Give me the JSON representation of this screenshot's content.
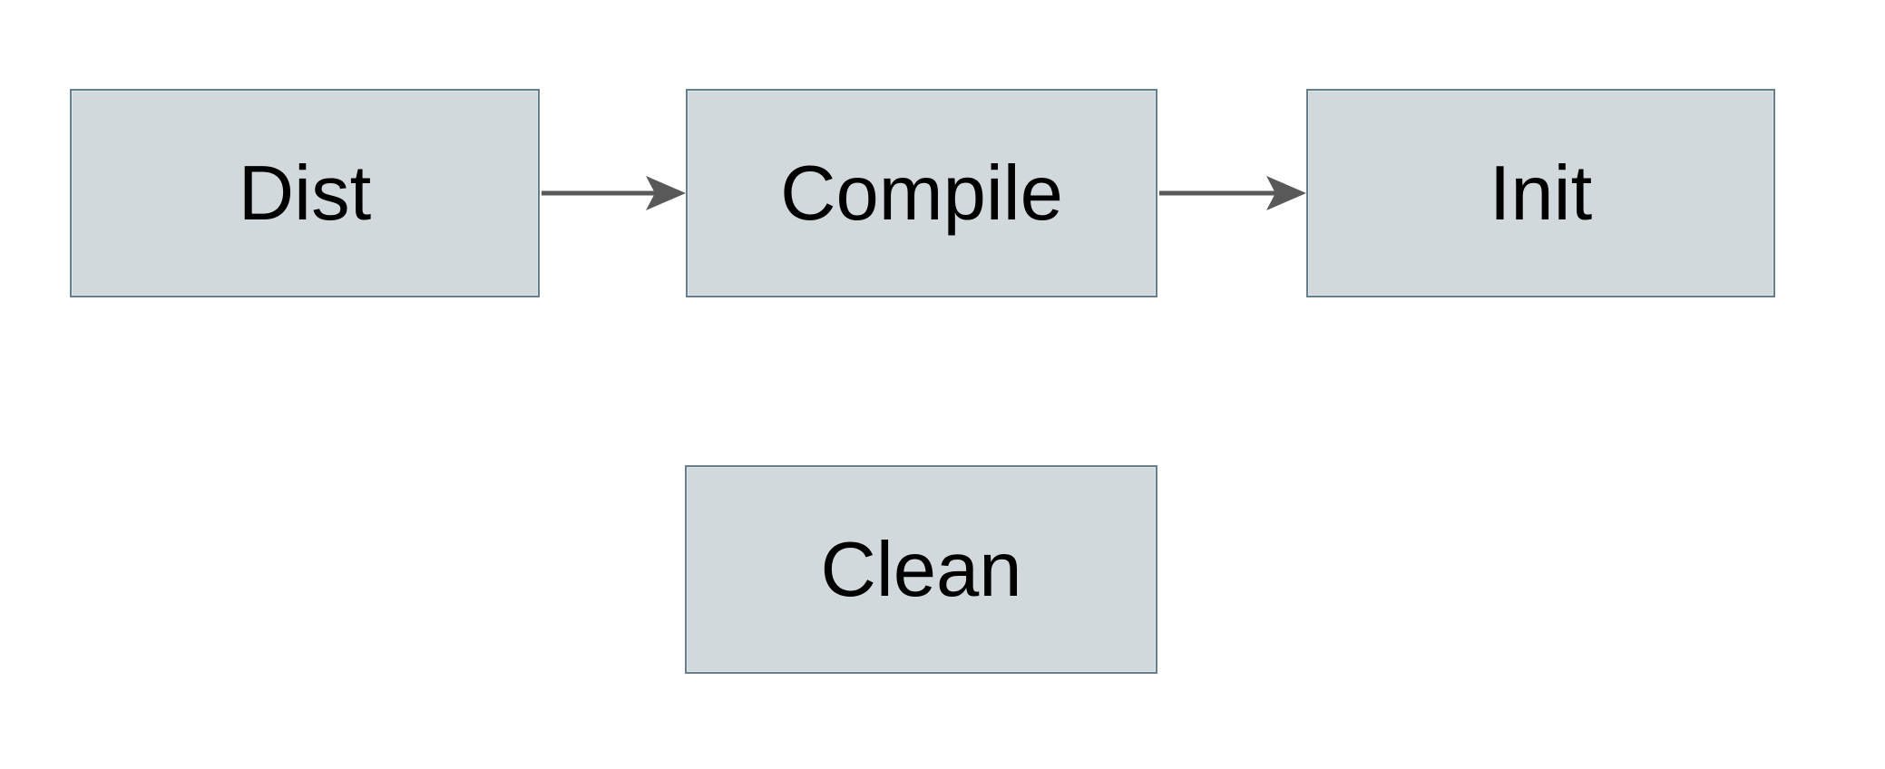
{
  "diagram": {
    "title": "build-targets-flow",
    "colors": {
      "background": "#ffffff",
      "node_fill": "#d2d9dc",
      "node_border": "#667f8d",
      "arrow": "#595959",
      "text": "#000000"
    },
    "nodes": [
      {
        "id": "dist",
        "label": "Dist"
      },
      {
        "id": "compile",
        "label": "Compile"
      },
      {
        "id": "init",
        "label": "Init"
      },
      {
        "id": "clean",
        "label": "Clean"
      }
    ],
    "edges": [
      {
        "from": "Dist",
        "to": "Compile",
        "style": "solid-arrow"
      },
      {
        "from": "Compile",
        "to": "Init",
        "style": "solid-arrow"
      }
    ]
  }
}
